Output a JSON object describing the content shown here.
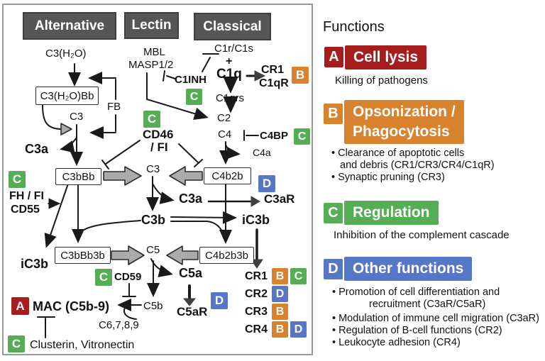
{
  "colors": {
    "letter_colors": {
      "A": "#A51D1D",
      "B": "#D8822E",
      "C": "#56AD56",
      "D": "#5577C6"
    },
    "header_gray": "#565658",
    "line": "#1a1a1a",
    "gray_arrow": "#ABABAB"
  },
  "diagram": {
    "headers": {
      "alternative": "Alternative",
      "lectin": "Lectin",
      "classical": "Classical"
    },
    "labels": {
      "c3h2o": "C3(H₂O)",
      "mbl": "MBL",
      "masp": "MASP1/2",
      "c1rc1s": "C1r/C1s",
      "plus": "+",
      "c1q": "C1q",
      "cr1_top": "CR1",
      "c1qr": "C1qR",
      "c1inh": "C1INH",
      "c1qrs": "C1qrs",
      "c2": "C2",
      "c4": "C4",
      "c4bp": "C4BP",
      "c4a": "C4a",
      "fb": "FB",
      "c3_left": "C3",
      "c3a_left": "C3a",
      "cd46_line1": "CD46",
      "cd46_line2": "/ FI",
      "c3_mid": "C3",
      "c3a_mid": "C3a",
      "c3ar": "C3aR",
      "c3b": "C3b",
      "ic3b": "iC3b",
      "fh_fi": "FH / FI",
      "cd55": "CD55",
      "ic3b_left": "iC3b",
      "c5": "C5",
      "c5a": "C5a",
      "c5ar": "C5aR",
      "c5b": "C5b",
      "cd59": "CD59",
      "c6789": "C6,7,8,9",
      "mac": "MAC (C5b-9)",
      "clusterin": "Clusterin, Vitronectin"
    },
    "boxes": {
      "c3h2o_bb": "C3(H₂O)Bb",
      "c3bbb": "C3bBb",
      "c3bbb3b": "C3bBb3b",
      "c4b2b": "C4b2b",
      "c4b2b3b": "C4b2b3b"
    },
    "floating_badges": {
      "c1qr_b": "B",
      "c1inh_c": "C",
      "c4bp_c": "C",
      "cd46_c": "C",
      "fhfi_c": "C",
      "c3ar_d": "D",
      "cd59_c": "C",
      "c5ar_d": "D",
      "mac_a": "A",
      "clusterin_c": "C"
    },
    "cr_list": [
      {
        "label": "CR1",
        "badges": [
          "B",
          "C"
        ]
      },
      {
        "label": "CR2",
        "badges": [
          "D"
        ]
      },
      {
        "label": "CR3",
        "badges": [
          "B"
        ]
      },
      {
        "label": "CR4",
        "badges": [
          "B",
          "D"
        ]
      }
    ]
  },
  "functions": {
    "title": "Functions",
    "sections": [
      {
        "letter": "A",
        "title_lines": [
          "Cell lysis"
        ],
        "description": "Killing of pathogens",
        "bullets": []
      },
      {
        "letter": "B",
        "title_lines": [
          "Opsonization /",
          "Phagocytosis"
        ],
        "description": "",
        "bullets": [
          "• Clearance of apoptotic cells",
          "and debris (CR1/CR3/CR4/C1qR)",
          "• Synaptic pruning (CR3)"
        ]
      },
      {
        "letter": "C",
        "title_lines": [
          "Regulation"
        ],
        "description": "Inhibition of the complement cascade",
        "bullets": []
      },
      {
        "letter": "D",
        "title_lines": [
          "Other functions"
        ],
        "description": "",
        "bullets": [
          "• Promotion of cell differentiation and",
          "recruitment (C3aR/C5aR)",
          "• Modulation of immune cell migration (C3aR)",
          "• Regulation of B-cell functions (CR2)",
          "• Leukocyte adhesion (CR4)"
        ]
      }
    ]
  }
}
